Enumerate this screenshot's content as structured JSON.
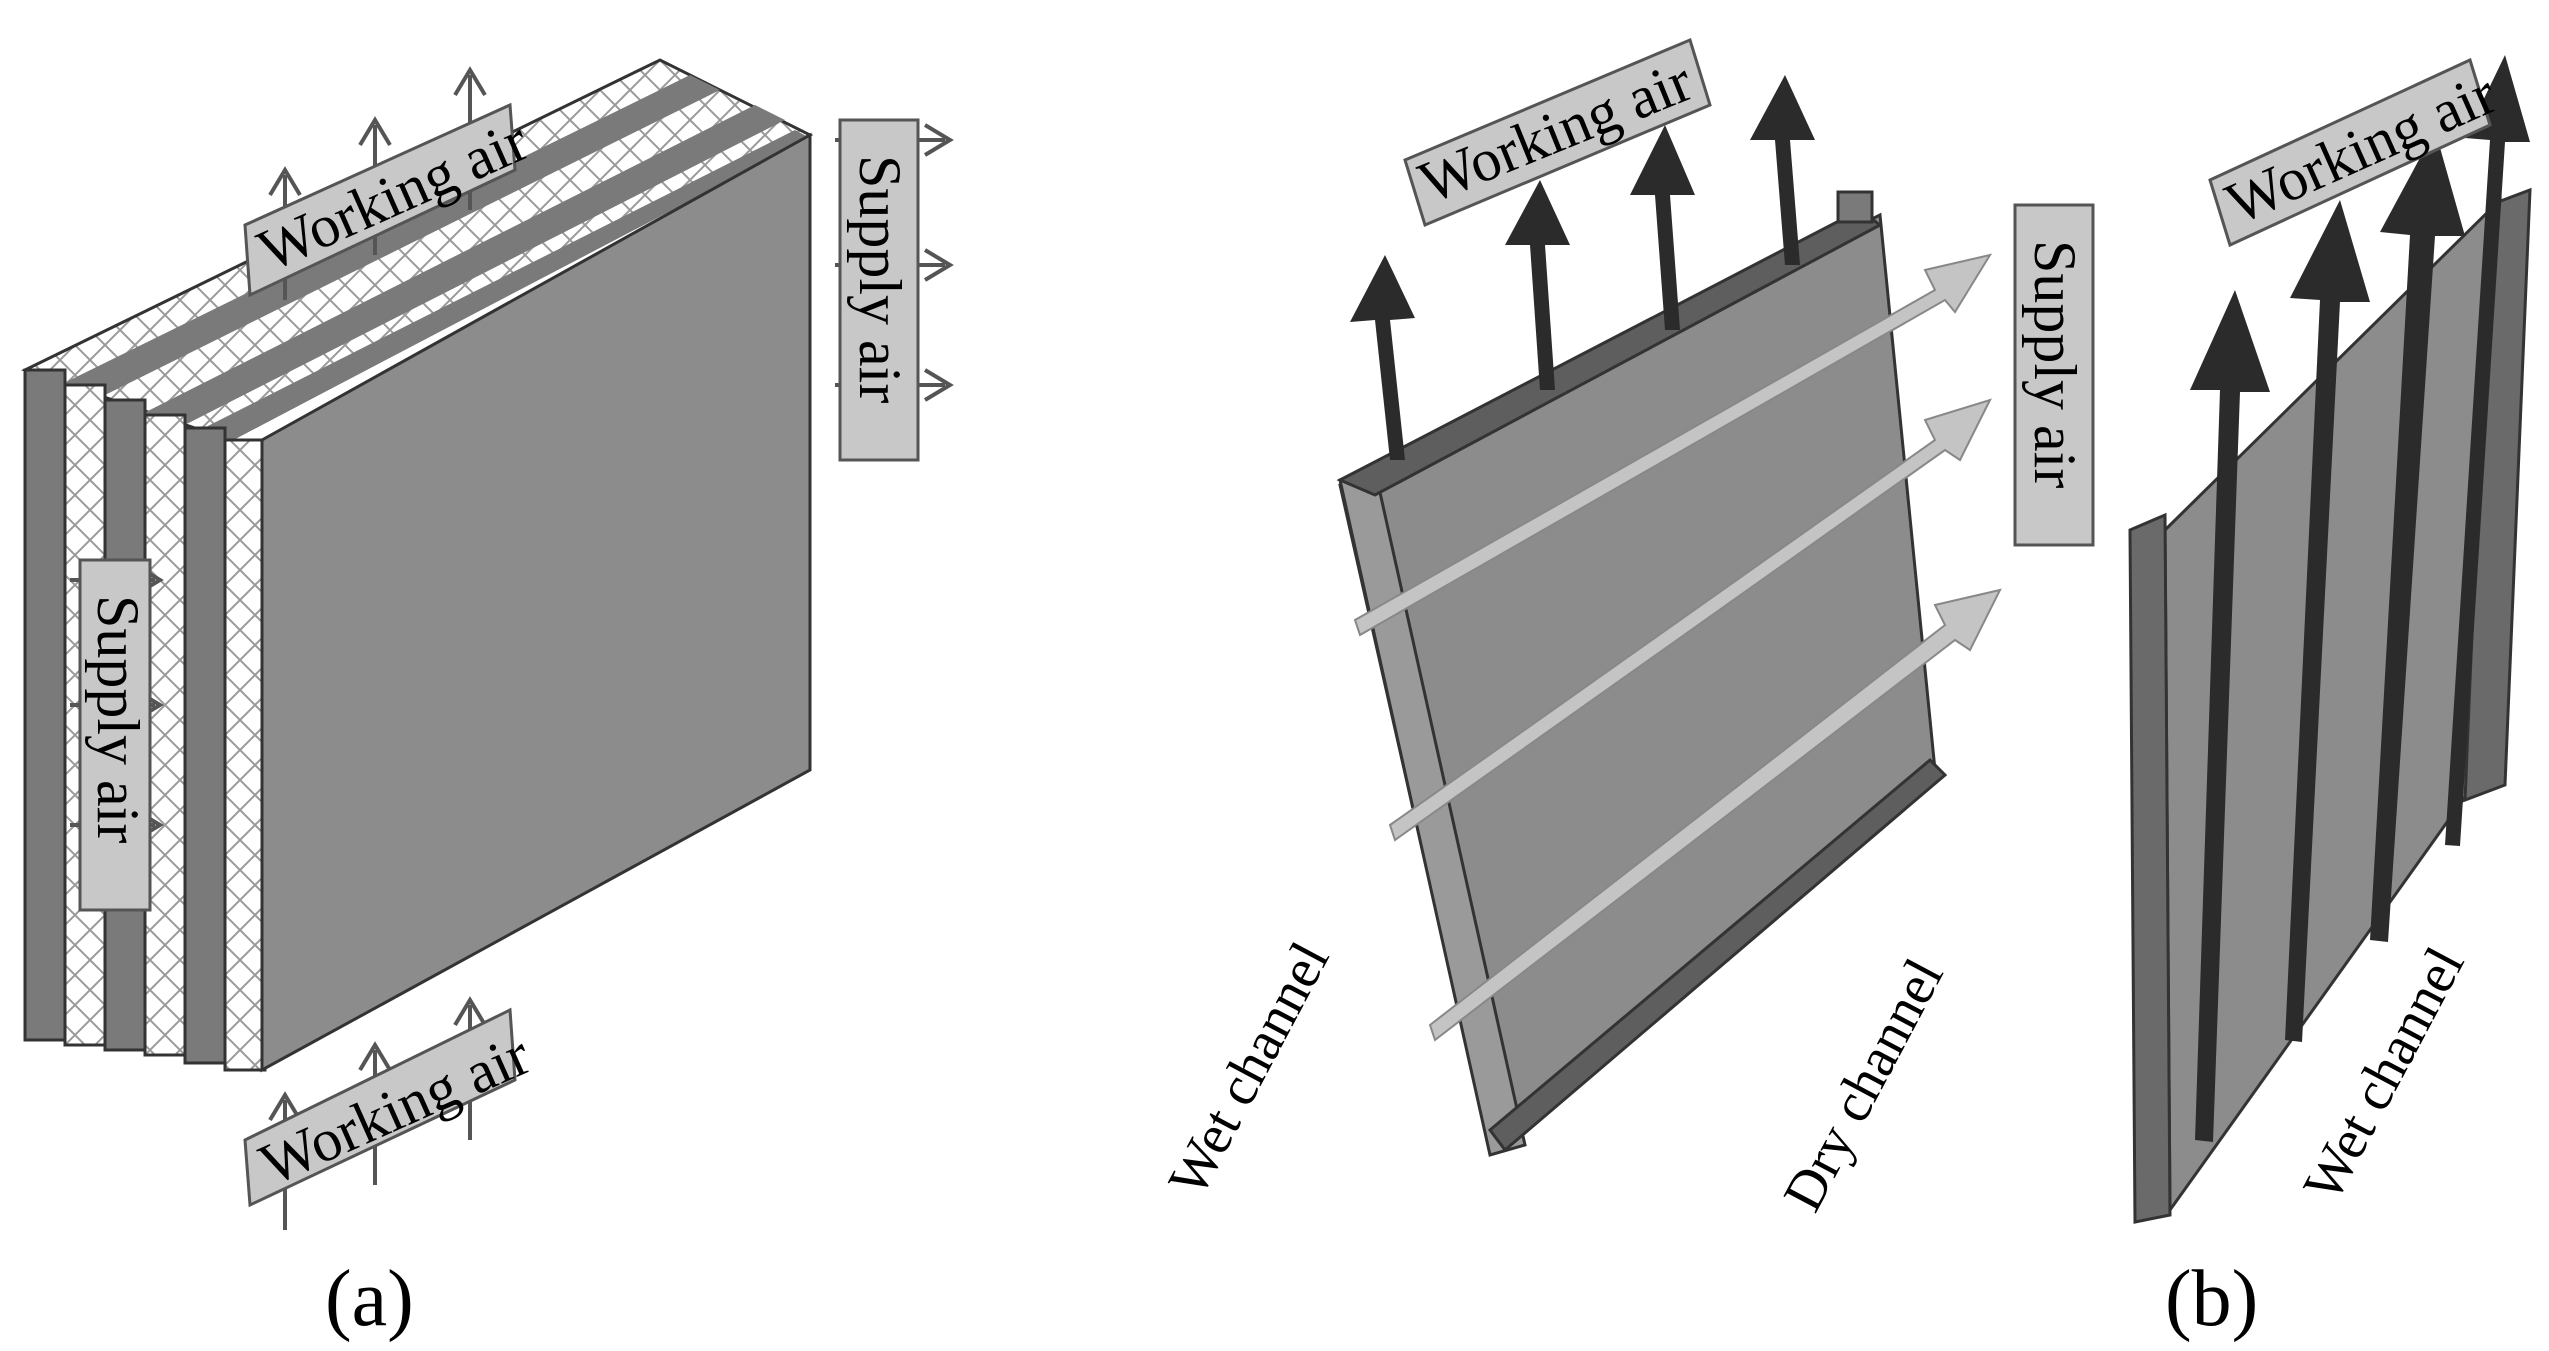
{
  "panels": {
    "a": {
      "panel_label": "(a)",
      "working_air_top": "Working air",
      "working_air_bottom": "Working air",
      "supply_air_side": "Supply air",
      "supply_air_inner": "Supply air"
    },
    "b": {
      "panel_label": "(b)",
      "working_air_left": "Working air",
      "working_air_right": "Working air",
      "supply_air": "Supply air",
      "wet_channel_left": "Wet channel",
      "dry_channel": "Dry channel",
      "wet_channel_right": "Wet channel"
    }
  },
  "colors": {
    "plate_dark": "#7a7a7a",
    "plate_face": "#8c8c8c",
    "label_box": "#c8c8c8",
    "arrow_dark": "#2b2b2b",
    "arrow_light": "#c4c4c4",
    "outline": "#333333"
  }
}
